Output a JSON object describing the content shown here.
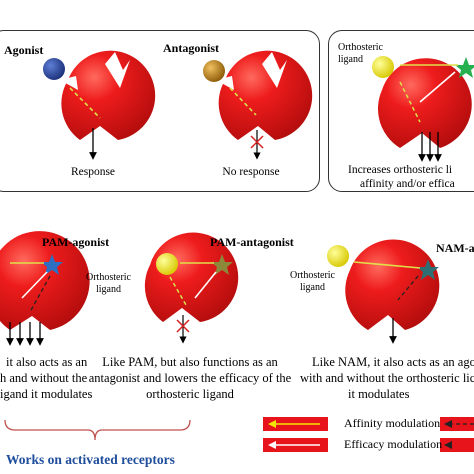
{
  "panels": {
    "agonist_label": "Agonist",
    "agonist_text": "Response",
    "antagonist_label": "Antagonist",
    "antagonist_text": "No response",
    "orthosteric_ligand": "Orthosteric\nligand",
    "increases_text_1": "Increases orthosteric li",
    "increases_text_2": "affinity and/or effica"
  },
  "modulators": {
    "pam_agonist_label": "PAM-agonist",
    "pam_agonist_text_1": "it also acts as an",
    "pam_agonist_text_2": "h and without the",
    "pam_agonist_text_3": "igand it modulates",
    "pam_antagonist_label": "PAM-antagonist",
    "pam_antagonist_ligand": "Orthosteric\nligand",
    "pam_antagonist_text_1": "Like PAM, but also functions as an",
    "pam_antagonist_text_2": "antagonist and lowers the efficacy of the",
    "pam_antagonist_text_3": "orthosteric ligand",
    "nam_agonist_label": "NAM-a",
    "nam_agonist_ligand": "Orthosteric\nligand",
    "nam_agonist_text_1": "Like NAM, it also acts as an ago",
    "nam_agonist_text_2": "with and without the orthosteric lic",
    "nam_agonist_text_3": "it modulates"
  },
  "footer": {
    "works_label": "Works on activated receptors"
  },
  "legend": {
    "affinity": "Affinity modulation",
    "efficacy": "Efficacy modulation"
  },
  "colors": {
    "receptor": "#e8141b",
    "agonist": "#1f3f99",
    "antagonist": "#c98a12",
    "ligand": "#f2e600",
    "star_green": "#26b04f",
    "star_blue": "#2d6fc2",
    "star_olive": "#8c8a3a",
    "star_teal": "#2e6f73"
  }
}
